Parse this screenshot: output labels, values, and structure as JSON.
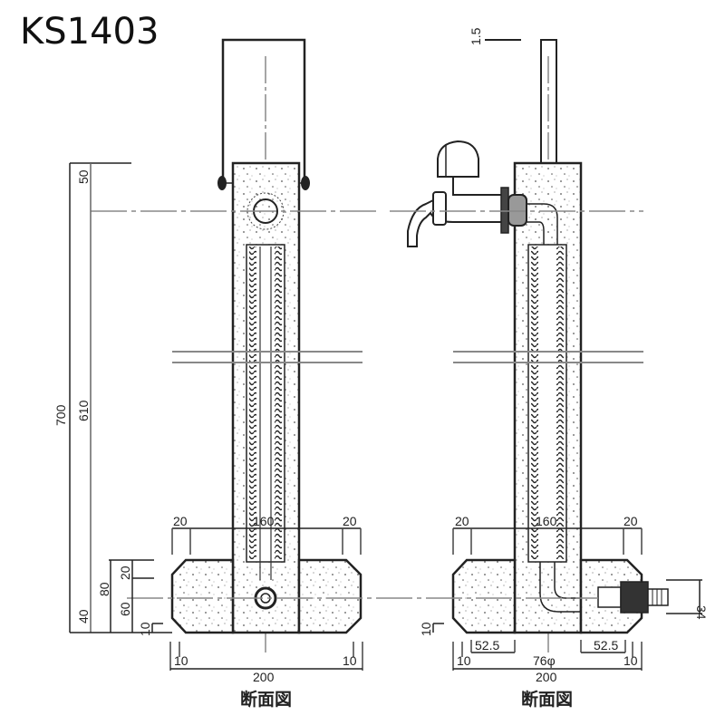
{
  "title": "KS1403",
  "left_view": {
    "caption": "断面図",
    "dims": {
      "top_50": "50",
      "total_700": "700",
      "height_610": "610",
      "base_80": "80",
      "base_20": "20",
      "base_60": "60",
      "base_40": "40",
      "base_10": "10",
      "width_20_left": "20",
      "width_160": "160",
      "width_20_right": "20",
      "bottom_10_left": "10",
      "bottom_200": "200",
      "bottom_10_right": "10"
    }
  },
  "right_view": {
    "caption": "断面図",
    "dims": {
      "top_1_5": "1.5",
      "width_20_left": "20",
      "width_160": "160",
      "width_20_right": "20",
      "side_34": "34",
      "base_10": "10",
      "seg_52_5_left": "52.5",
      "seg_52_5_right": "52.5",
      "bottom_10_left": "10",
      "pipe_76": "76φ",
      "bottom_200": "200",
      "bottom_10_right": "10"
    }
  }
}
